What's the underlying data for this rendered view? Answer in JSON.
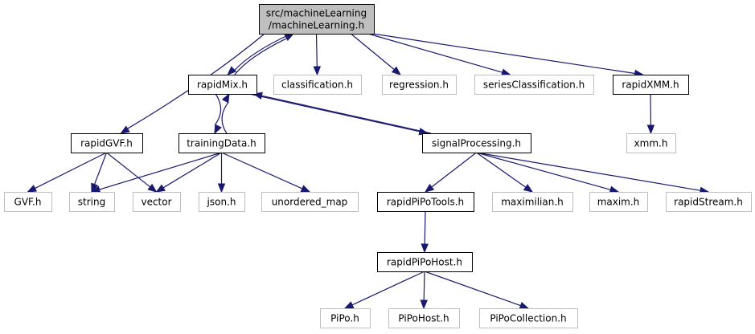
{
  "graph": {
    "edge_color": "#191970",
    "root_fill": "#bfbfbf",
    "external_border": "#bfbfbf",
    "nodes": [
      {
        "id": "root",
        "lines": [
          "src/machineLearning",
          "/machineLearning.h"
        ],
        "kind": "root"
      },
      {
        "id": "rapidMix",
        "lines": [
          "rapidMix.h"
        ],
        "kind": "local"
      },
      {
        "id": "classification",
        "lines": [
          "classification.h"
        ],
        "kind": "ext"
      },
      {
        "id": "regression",
        "lines": [
          "regression.h"
        ],
        "kind": "ext"
      },
      {
        "id": "seriesClassification",
        "lines": [
          "seriesClassification.h"
        ],
        "kind": "ext"
      },
      {
        "id": "rapidXMM",
        "lines": [
          "rapidXMM.h"
        ],
        "kind": "local"
      },
      {
        "id": "rapidGVF",
        "lines": [
          "rapidGVF.h"
        ],
        "kind": "local"
      },
      {
        "id": "trainingData",
        "lines": [
          "trainingData.h"
        ],
        "kind": "local"
      },
      {
        "id": "signalProcessing",
        "lines": [
          "signalProcessing.h"
        ],
        "kind": "local"
      },
      {
        "id": "xmm",
        "lines": [
          "xmm.h"
        ],
        "kind": "ext"
      },
      {
        "id": "GVF",
        "lines": [
          "GVF.h"
        ],
        "kind": "ext"
      },
      {
        "id": "string",
        "lines": [
          "string"
        ],
        "kind": "ext"
      },
      {
        "id": "vector",
        "lines": [
          "vector"
        ],
        "kind": "ext"
      },
      {
        "id": "json",
        "lines": [
          "json.h"
        ],
        "kind": "ext"
      },
      {
        "id": "unordered_map",
        "lines": [
          "unordered_map"
        ],
        "kind": "ext"
      },
      {
        "id": "rapidPiPoTools",
        "lines": [
          "rapidPiPoTools.h"
        ],
        "kind": "local"
      },
      {
        "id": "maximilian",
        "lines": [
          "maximilian.h"
        ],
        "kind": "ext"
      },
      {
        "id": "maxim",
        "lines": [
          "maxim.h"
        ],
        "kind": "ext"
      },
      {
        "id": "rapidStream",
        "lines": [
          "rapidStream.h"
        ],
        "kind": "ext"
      },
      {
        "id": "rapidPiPoHost",
        "lines": [
          "rapidPiPoHost.h"
        ],
        "kind": "local"
      },
      {
        "id": "PiPo",
        "lines": [
          "PiPo.h"
        ],
        "kind": "ext"
      },
      {
        "id": "PiPoHost",
        "lines": [
          "PiPoHost.h"
        ],
        "kind": "ext"
      },
      {
        "id": "PiPoCollection",
        "lines": [
          "PiPoCollection.h"
        ],
        "kind": "ext"
      }
    ],
    "edges": [
      {
        "from": "root",
        "to": "rapidMix"
      },
      {
        "from": "rapidMix",
        "to": "root"
      },
      {
        "from": "root",
        "to": "classification"
      },
      {
        "from": "root",
        "to": "regression"
      },
      {
        "from": "root",
        "to": "seriesClassification"
      },
      {
        "from": "root",
        "to": "rapidXMM"
      },
      {
        "from": "root",
        "to": "rapidGVF"
      },
      {
        "from": "rapidMix",
        "to": "trainingData"
      },
      {
        "from": "trainingData",
        "to": "rapidMix"
      },
      {
        "from": "rapidMix",
        "to": "signalProcessing"
      },
      {
        "from": "signalProcessing",
        "to": "rapidMix"
      },
      {
        "from": "rapidXMM",
        "to": "xmm"
      },
      {
        "from": "rapidGVF",
        "to": "GVF"
      },
      {
        "from": "rapidGVF",
        "to": "string"
      },
      {
        "from": "rapidGVF",
        "to": "vector"
      },
      {
        "from": "trainingData",
        "to": "string"
      },
      {
        "from": "trainingData",
        "to": "vector"
      },
      {
        "from": "trainingData",
        "to": "json"
      },
      {
        "from": "trainingData",
        "to": "unordered_map"
      },
      {
        "from": "signalProcessing",
        "to": "rapidPiPoTools"
      },
      {
        "from": "signalProcessing",
        "to": "maximilian"
      },
      {
        "from": "signalProcessing",
        "to": "maxim"
      },
      {
        "from": "signalProcessing",
        "to": "rapidStream"
      },
      {
        "from": "rapidPiPoTools",
        "to": "rapidPiPoHost"
      },
      {
        "from": "rapidPiPoHost",
        "to": "PiPo"
      },
      {
        "from": "rapidPiPoHost",
        "to": "PiPoHost"
      },
      {
        "from": "rapidPiPoHost",
        "to": "PiPoCollection"
      }
    ]
  }
}
